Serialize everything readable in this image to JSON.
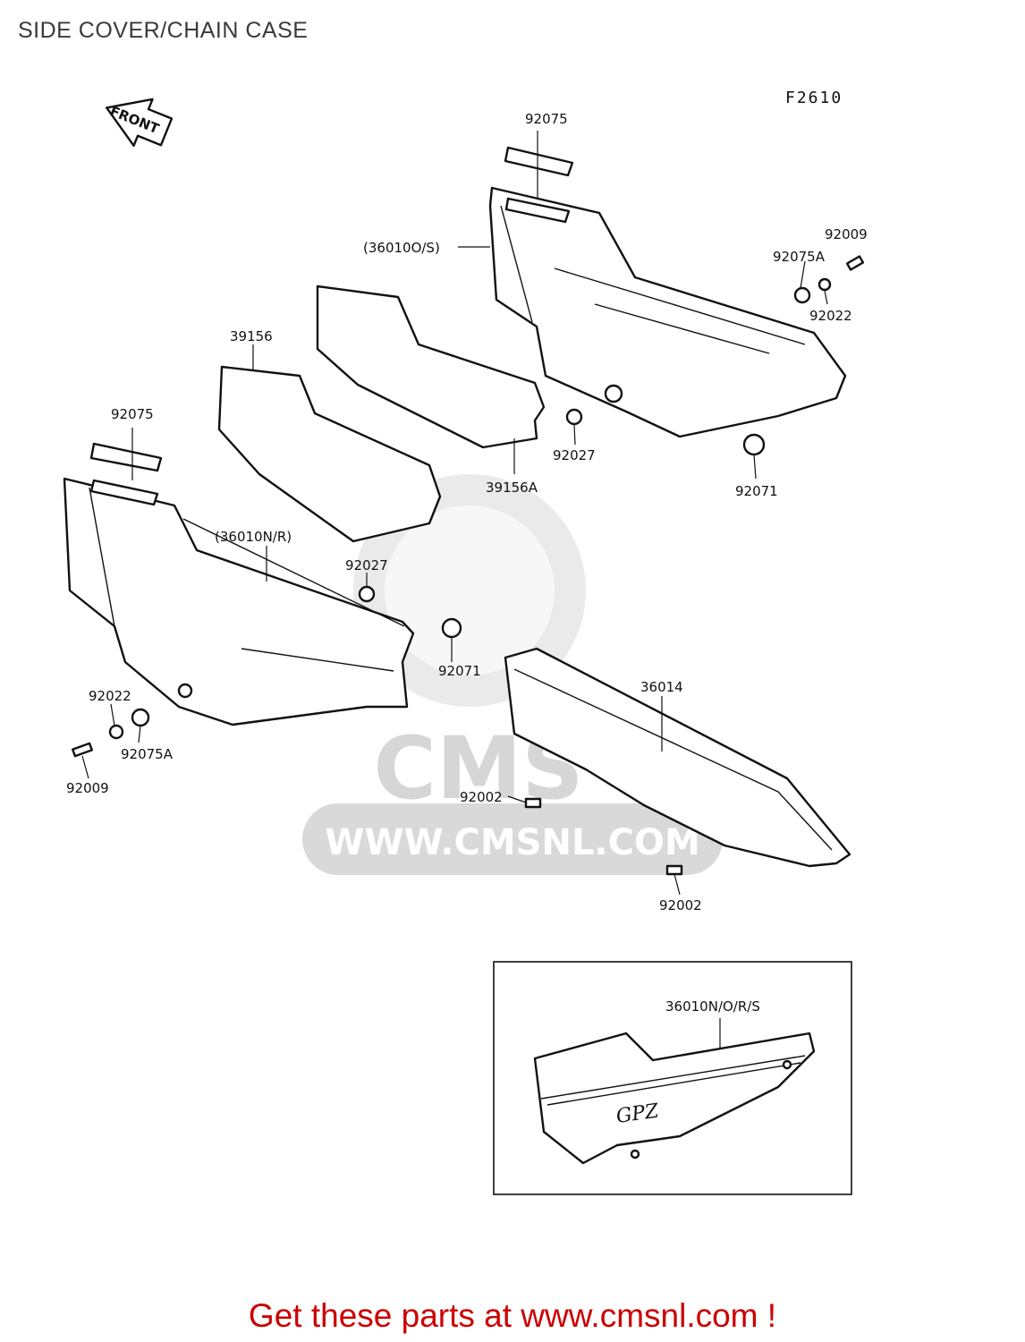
{
  "page_title": "SIDE COVER/CHAIN CASE",
  "figure_code": "F2610",
  "front_label": "FRONT",
  "watermark_url": "WWW.CMSNL.COM",
  "watermark_logo": "CMS",
  "inset_logo": "GPZ",
  "parts": {
    "p92075_top": "92075",
    "p36010OS": "(36010O/S)",
    "p92009_right": "92009",
    "p92075A_right": "92075A",
    "p92022_right": "92022",
    "p39156": "39156",
    "p39156A": "39156A",
    "p92027_right": "92027",
    "p92071_right": "92071",
    "p92075_left": "92075",
    "p36010NR": "(36010N/R)",
    "p92027_left": "92027",
    "p92071_left": "92071",
    "p92022_left": "92022",
    "p92075A_left": "92075A",
    "p92009_left": "92009",
    "p36014": "36014",
    "p92002_mid": "92002",
    "p92002_bot": "92002",
    "p36010NORS": "36010N/O/R/S"
  },
  "footer_text": "Get these parts at www.cmsnl.com !",
  "colors": {
    "footer": "#cc0000",
    "watermark": "#d9d9d9",
    "line": "#111111"
  }
}
